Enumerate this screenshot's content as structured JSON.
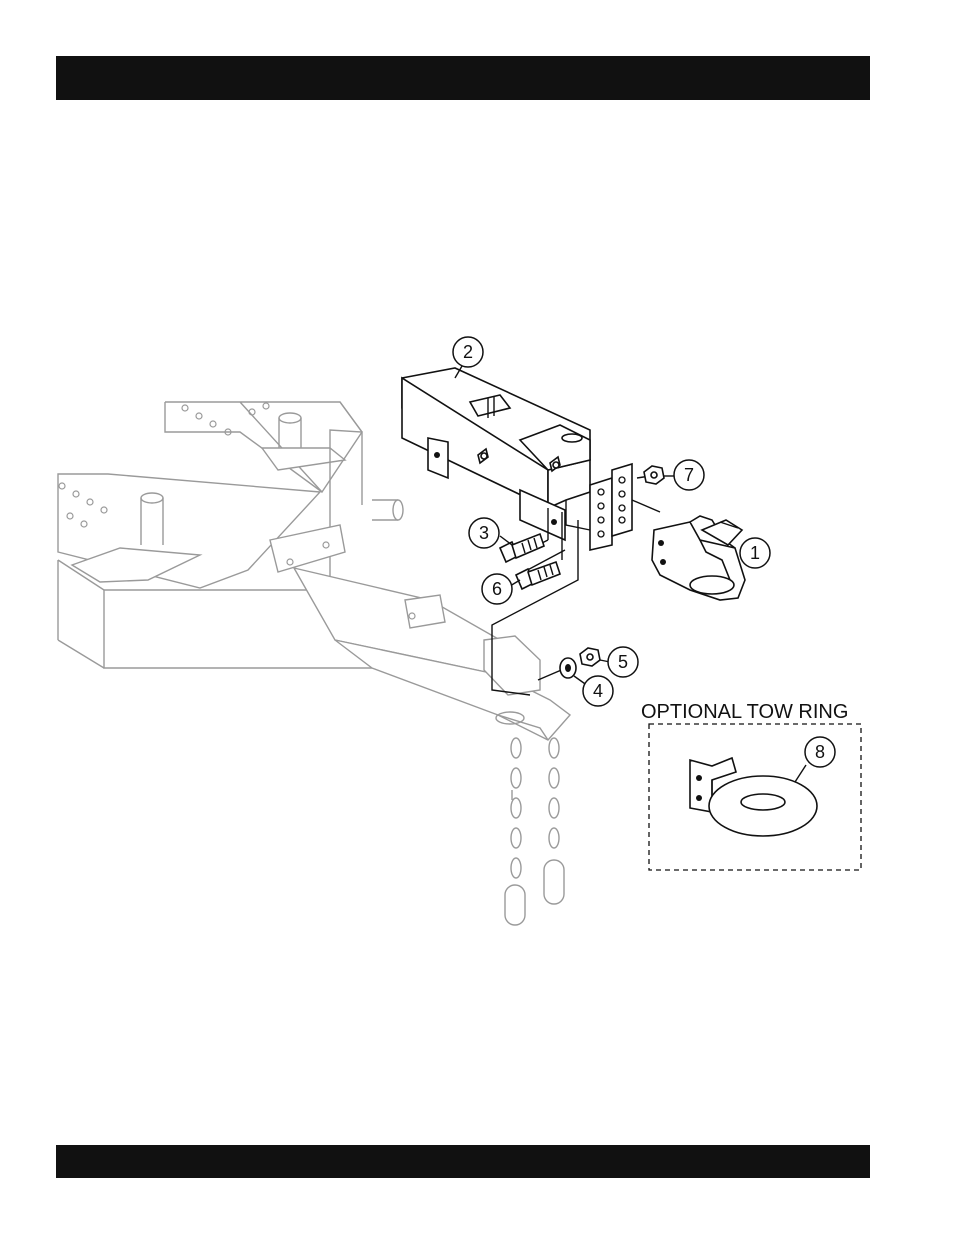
{
  "header_bar": {
    "color": "#111111"
  },
  "footer_bar": {
    "color": "#111111"
  },
  "diagram": {
    "callouts": [
      "1",
      "2",
      "3",
      "4",
      "5",
      "6",
      "7",
      "8"
    ],
    "optional_box": {
      "title": "OPTIONAL TOW RING",
      "callout": "8"
    }
  }
}
